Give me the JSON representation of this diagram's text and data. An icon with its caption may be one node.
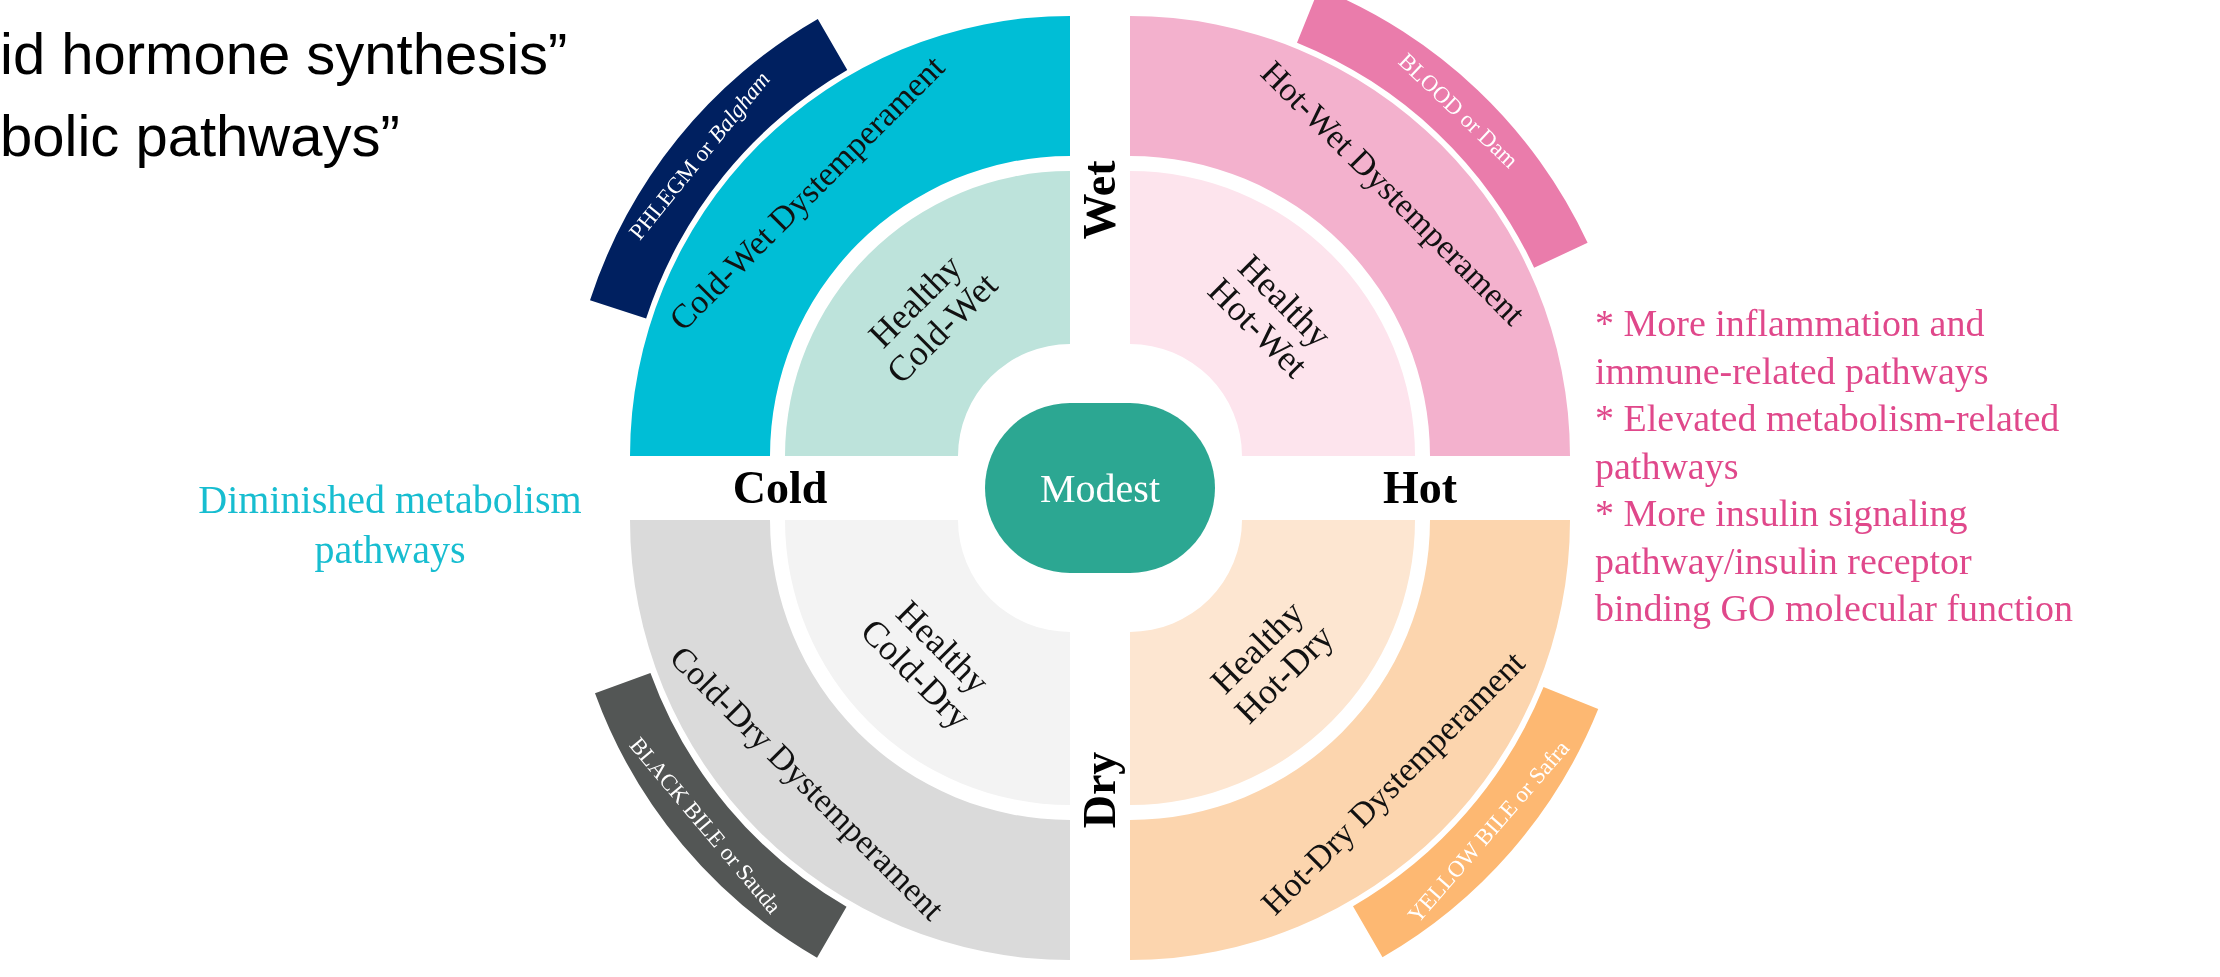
{
  "diagram": {
    "nodes": [
      {
        "text": [
          "PHLEGM or *Balgham*"
        ]
      },
      {
        "text": [
          "Cold-Wet Dystemperament"
        ]
      },
      {
        "text": [
          "Healthy Cold-Wet"
        ]
      },
      {
        "text": [
          "Hot-Wet Dystemperament"
        ]
      },
      {
        "text": [
          "BLOOD or Dam"
        ]
      },
      {
        "text": [
          "Healthy Hot-Wet"
        ]
      },
      {
        "text": [
          "Modest"
        ]
      },
      {
        "text": [
          "Healthy Cold-Dry"
        ]
      },
      {
        "text": [
          "Cold-Dry Dystemperament"
        ]
      },
      {
        "text": [
          "BLACK BILE or Sauda"
        ]
      },
      {
        "text": [
          "Healthy Hot-Dry"
        ]
      },
      {
        "text": [
          "Hot-Dry Dystemperament"
        ]
      },
      {
        "text": [
          "YELLOW BILE or Safra"
        ]
      }
    ],
    "labels": [
      "id hormone synthesis”",
      "bolic pathways”",
      "Wet",
      "Diminished metabolism pathways",
      "Cold",
      "Hot",
      "* More inflammation and immune-related pathways",
      "* Elevated metabolism-related pathways",
      "* More insulin signaling pathway/insulin receptor binding GO molecular function",
      "Dry"
    ]
  }
}
